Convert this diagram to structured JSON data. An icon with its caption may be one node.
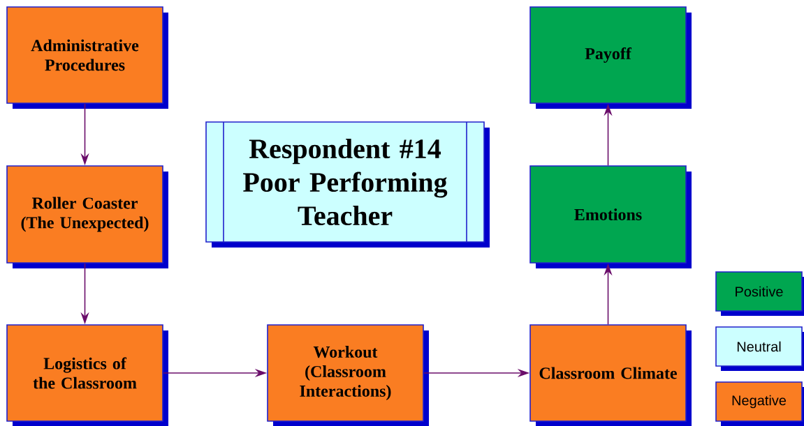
{
  "diagram": {
    "nodes": [
      {
        "text": [
          "Administrative Procedures"
        ]
      },
      {
        "text": [
          "Roller Coaster (The Unexpected)"
        ]
      },
      {
        "text": [
          "Logistics of the Classroom"
        ]
      },
      {
        "text": [
          "Respondent #14 Poor Performing Teacher"
        ]
      },
      {
        "text": [
          "Workout (Classroom Interactions)"
        ]
      },
      {
        "text": [
          "Classroom Climate"
        ]
      },
      {
        "text": [
          "Emotions"
        ]
      },
      {
        "text": [
          "Payoff"
        ]
      }
    ],
    "edges": [
      {
        "from": 0,
        "to": 1,
        "arrow": "to"
      },
      {
        "from": 1,
        "to": 2,
        "arrow": "to"
      },
      {
        "from": 2,
        "to": 4,
        "arrow": "to"
      },
      {
        "from": 4,
        "to": 5,
        "arrow": "to"
      },
      {
        "from": 5,
        "to": 6,
        "arrow": "to"
      },
      {
        "from": 6,
        "to": 7,
        "arrow": "to"
      }
    ],
    "legend": [
      {
        "text": "Positive",
        "color": "#00a650"
      },
      {
        "text": "Neutral",
        "color": "#ccffff"
      },
      {
        "text": "Negative",
        "color": "#fa7d22"
      }
    ]
  }
}
